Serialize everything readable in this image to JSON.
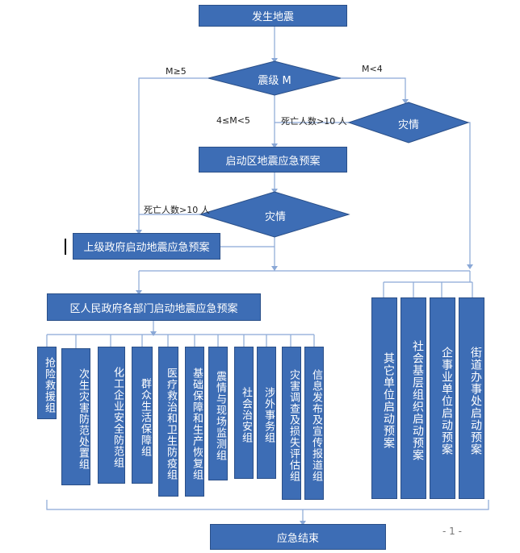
{
  "nodes": {
    "start": "发生地震",
    "magnitude": "震级 M",
    "disaster_right": "灾情",
    "district_plan": "启动区地震应急预案",
    "disaster_mid": "灾情",
    "upper_plan": "上级政府启动地震应急预案",
    "district_depts": "区人民政府各部门启动地震应急预案",
    "end": "应急结束"
  },
  "edge_labels": {
    "m_ge_5": "M≥5",
    "m_lt_4": "M<4",
    "m_4_5": "4≤M<5",
    "deaths_right": "死亡人数>10 人",
    "deaths_mid": "死亡人数>10 人"
  },
  "groups": [
    "抢险救援组",
    "次生灾害防范处置组",
    "化工企业安全防范组",
    "群众生活保障组",
    "医疗救治和卫生防疫组",
    "基础保障和生产恢复组",
    "震情与现场监测组",
    "社会治安组",
    "涉外事务组",
    "灾害调查及损失评估组",
    "信息发布及宣传报道组"
  ],
  "units": [
    "其它单位启动预案",
    "社会基层组织启动预案",
    "企事业单位启动预案",
    "街道办事处启动预案"
  ],
  "footer": {
    "page_number": "- 1 -"
  }
}
